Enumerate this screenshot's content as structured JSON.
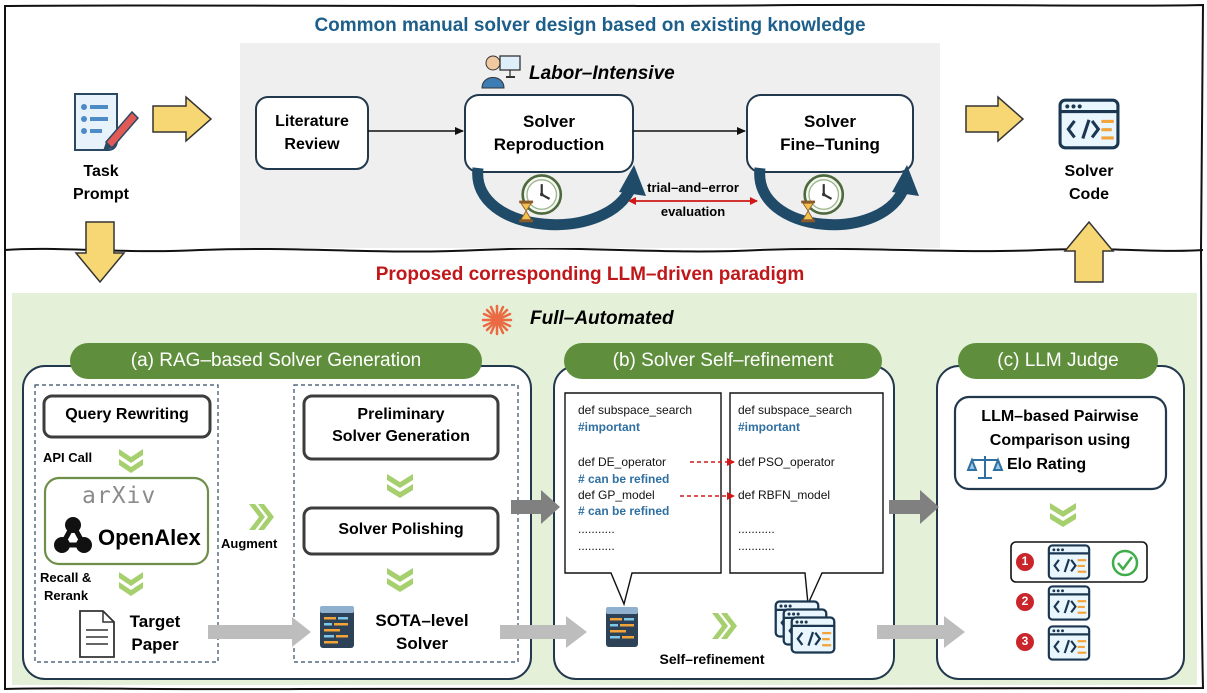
{
  "top": {
    "title": "Common manual solver design based on existing knowledge",
    "labor_label": "Labor–Intensive",
    "task_prompt": [
      "Task",
      "Prompt"
    ],
    "literature_review": [
      "Literature",
      "Review"
    ],
    "solver_reproduction": [
      "Solver",
      "Reproduction"
    ],
    "solver_fine_tuning": [
      "Solver",
      "Fine–Tuning"
    ],
    "trial_error": [
      "trial–and–error",
      "evaluation"
    ],
    "solver_code": [
      "Solver",
      "Code"
    ]
  },
  "bottom": {
    "title": "Proposed corresponding LLM–driven paradigm",
    "automated_label": "Full–Automated",
    "panel_a": {
      "title": "(a) RAG–based Solver Generation",
      "query_rewriting": "Query Rewriting",
      "api_call": "API Call",
      "arxiv": "arXiv",
      "openalex": "OpenAlex",
      "recall_rerank": [
        "Recall &",
        "Rerank"
      ],
      "target_paper": [
        "Target",
        "Paper"
      ],
      "augment": "Augment",
      "preliminary": [
        "Preliminary",
        "Solver Generation"
      ],
      "polishing": "Solver Polishing",
      "sota": [
        "SOTA–level",
        "Solver"
      ]
    },
    "panel_b": {
      "title": "(b) Solver Self–refinement",
      "left_code": [
        "def subspace_search",
        "#important",
        "def DE_operator",
        "# can be refined",
        "def GP_model",
        "# can be refined",
        "...........",
        "..........."
      ],
      "right_code": [
        "def subspace_search",
        "#important",
        "def PSO_operator",
        "def RBFN_model",
        "...........",
        "..........."
      ],
      "self_refinement": "Self–refinement"
    },
    "panel_c": {
      "title": "(c) LLM Judge",
      "pairwise": [
        "LLM–based Pairwise",
        "Comparison using",
        "Elo Rating"
      ],
      "ranks": [
        "1",
        "2",
        "3"
      ]
    }
  },
  "colors": {
    "title_blue": "#1d5f8a",
    "title_red": "#c0171a",
    "panel_green": "#5f8f3c",
    "light_green": "#e4f0d7",
    "gray_band": "#efefef",
    "code_blue": "#2f6fa1",
    "arrow_yellow": "#f7d774",
    "chevron_green": "#a6cf6e"
  },
  "icons": [
    "task-prompt-icon",
    "programmer-icon",
    "clock-icon",
    "hourglass-icon",
    "code-window-icon",
    "burst-icon",
    "paper-icon",
    "balance-icon",
    "checkmark-icon"
  ]
}
